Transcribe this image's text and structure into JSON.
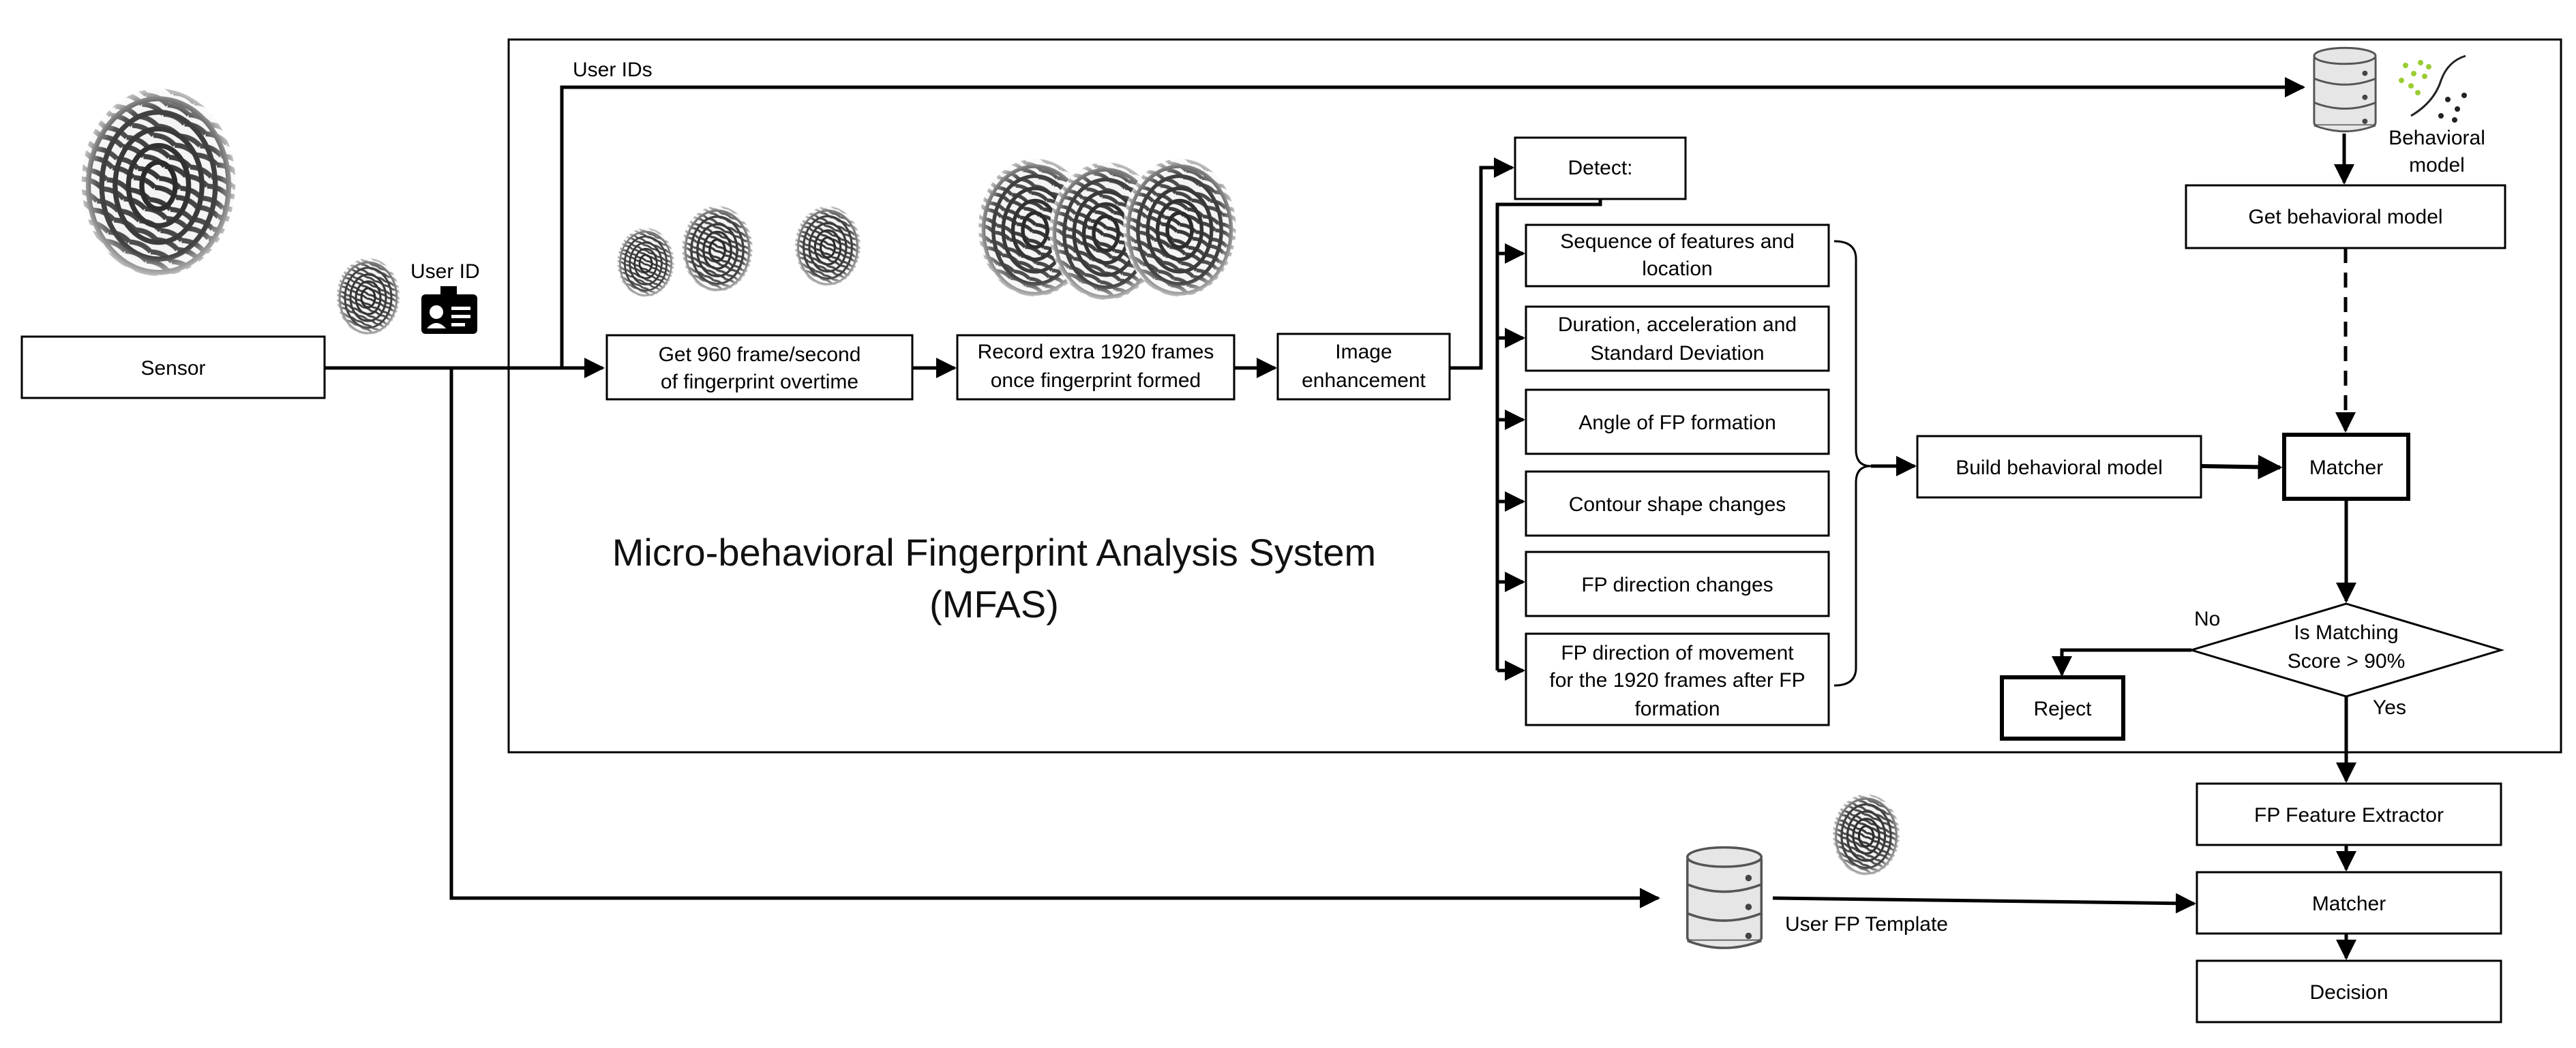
{
  "labels": {
    "sensor": "Sensor",
    "user_id": "User ID",
    "user_ids": "User IDs",
    "get_frames_1": "Get 960 frame/second",
    "get_frames_2": "of fingerprint overtime",
    "record_1": "Record extra 1920 frames",
    "record_2": "once fingerprint formed",
    "image_enh_1": "Image",
    "image_enh_2": "enhancement",
    "detect": "Detect:",
    "feat1_1": "Sequence of features and",
    "feat1_2": "location",
    "feat2_1": "Duration, acceleration and",
    "feat2_2": "Standard Deviation",
    "feat3": "Angle of FP formation",
    "feat4": "Contour shape changes",
    "feat5": "FP direction changes",
    "feat6_1": "FP direction of movement",
    "feat6_2": "for the 1920 frames after FP",
    "feat6_3": "formation",
    "build_model": "Build behavioral model",
    "get_model": "Get behavioral model",
    "behavioral_model_1": "Behavioral",
    "behavioral_model_2": "model",
    "matcher_top": "Matcher",
    "decision_q_1": "Is Matching",
    "decision_q_2": "Score > 90%",
    "no": "No",
    "yes": "Yes",
    "reject": "Reject",
    "fp_extractor": "FP Feature Extractor",
    "matcher_bottom": "Matcher",
    "decision": "Decision",
    "user_fp_template": "User FP Template",
    "system_title_1": "Micro-behavioral Fingerprint Analysis System",
    "system_title_2": "(MFAS)"
  },
  "icons": {
    "database_top": "database-icon",
    "database_bottom": "database-icon",
    "id_card": "id-card-icon",
    "fingerprint": "fingerprint-icon",
    "behavior_plot": "scatter-plot-icon"
  },
  "colors": {
    "line": "#000000",
    "plot_green": "#9acd32",
    "plot_dark": "#222222"
  }
}
